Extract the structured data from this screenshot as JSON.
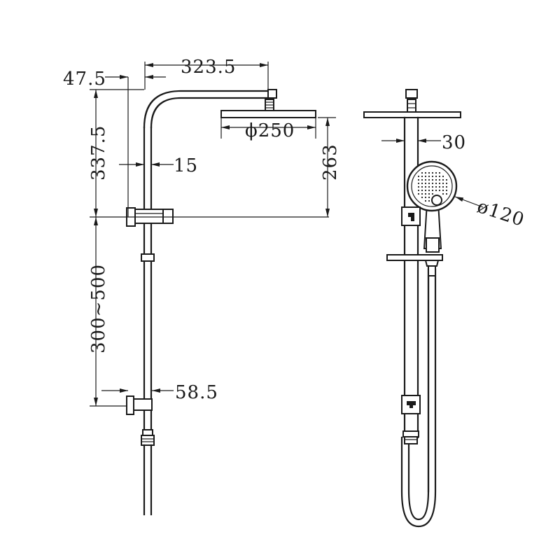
{
  "dimensions": {
    "arm_reach": "323.5",
    "wall_offset_top": "47.5",
    "shower_head_diameter": "ϕ250",
    "arm_height": "337.5",
    "rail_depth": "15",
    "head_drop": "263",
    "bracket_spacing": "300~500",
    "bottom_bracket_depth": "58.5",
    "side_clearance": "30",
    "hand_shower_diameter": "ø120"
  }
}
